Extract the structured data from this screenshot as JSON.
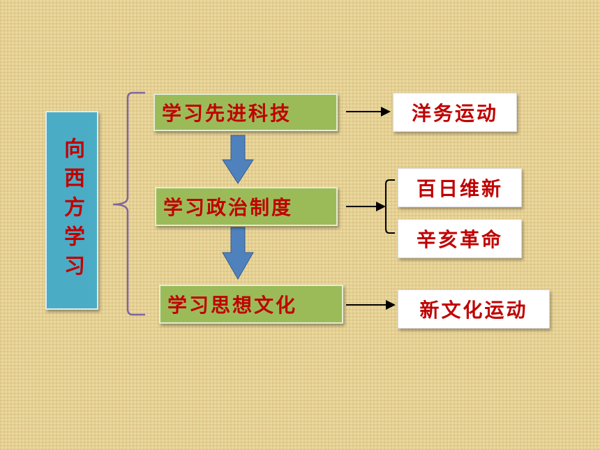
{
  "main_topic": "向西方学习",
  "stages": [
    {
      "label": "学习先进科技",
      "results": [
        "洋务运动"
      ]
    },
    {
      "label": "学习政治制度",
      "results": [
        "百日维新",
        "辛亥革命"
      ]
    },
    {
      "label": "学习思想文化",
      "results": [
        "新文化运动"
      ]
    }
  ],
  "colors": {
    "topic_box": "#4bacc6",
    "stage_box": "#9bbb59",
    "result_box": "#ffffff",
    "text": "#c00000",
    "brace": "#8064a2",
    "down_arrow": "#4f81bd",
    "connector": "#000000"
  }
}
